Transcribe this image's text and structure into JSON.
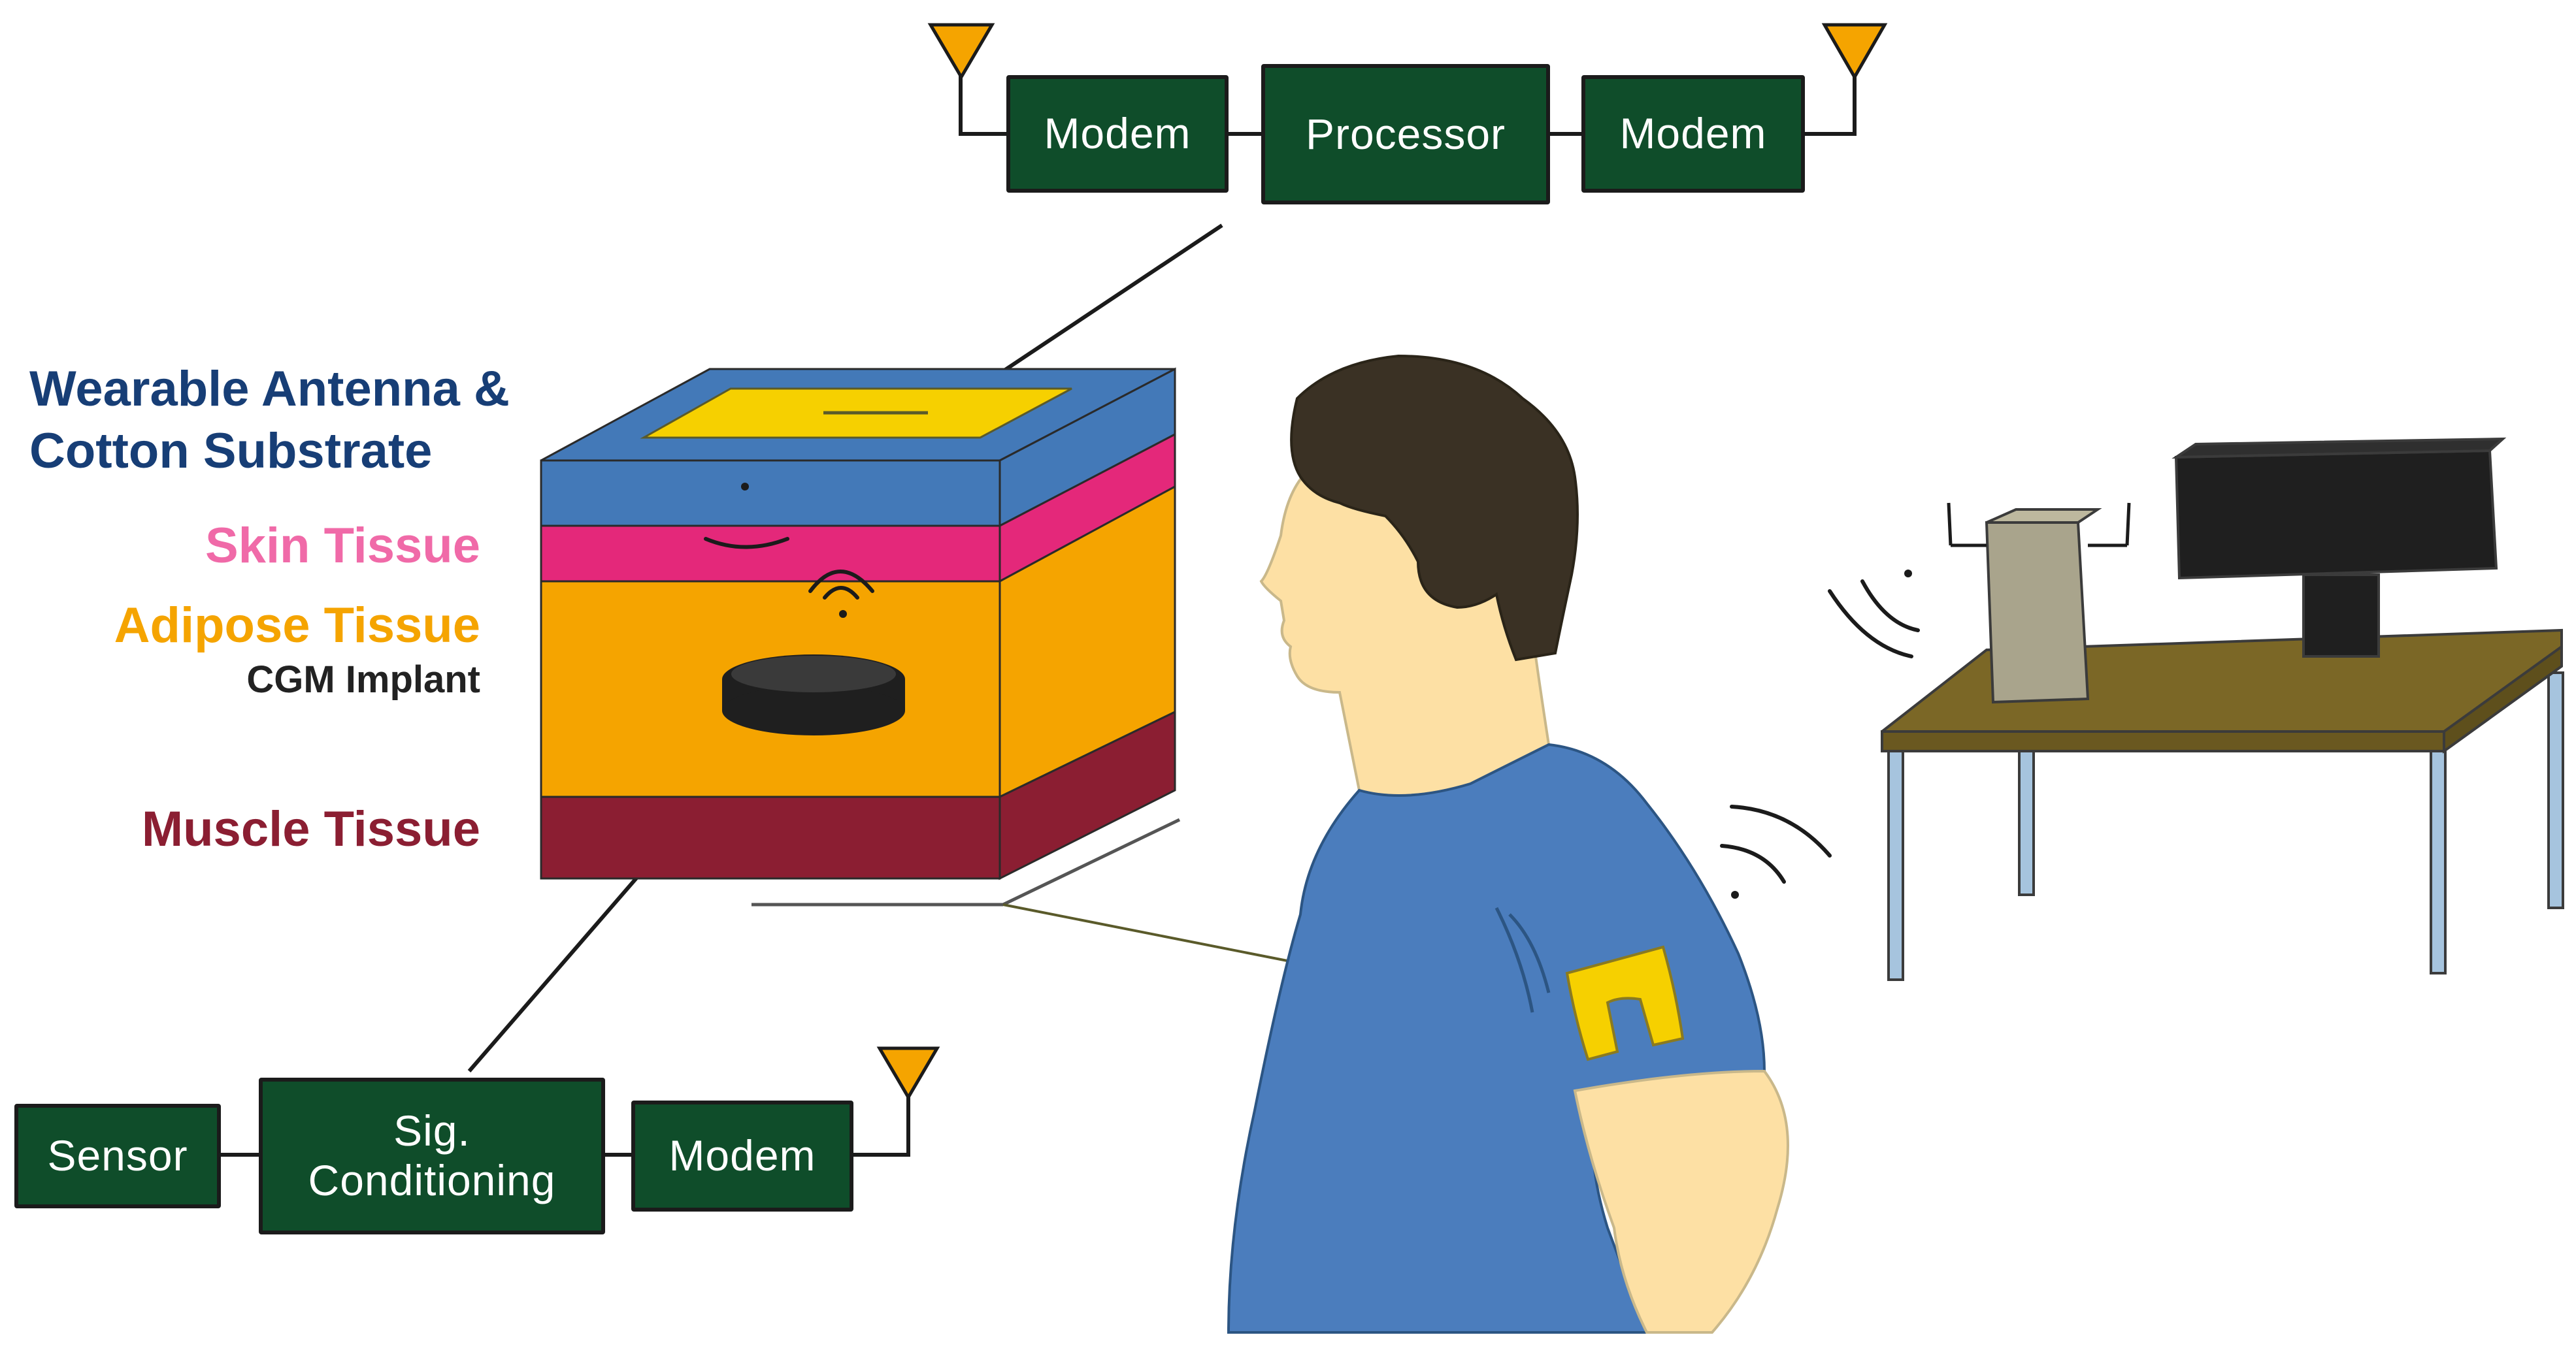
{
  "labels": {
    "antenna_line1": "Wearable Antenna &",
    "antenna_line2": "Cotton Substrate",
    "skin": "Skin Tissue",
    "adipose": "Adipose Tissue",
    "implant": "CGM Implant",
    "muscle": "Muscle Tissue"
  },
  "receiver_chain": {
    "modem_left": "Modem",
    "processor": "Processor",
    "modem_right": "Modem"
  },
  "implant_chain": {
    "sensor": "Sensor",
    "conditioning": "Sig.\nConditioning",
    "modem": "Modem"
  },
  "icons": [
    "antenna-icon",
    "person-illustration",
    "arm-patch-antenna-icon",
    "wireless-waves-icon",
    "desk-illustration",
    "monitor-icon",
    "base-station-icon",
    "tissue-cube-illustration",
    "implant-disc-icon"
  ],
  "colors": {
    "block_fill": "#0f4d2a",
    "antenna": "#f5a400",
    "substrate": "#4379b8",
    "patch": "#f6d000",
    "skin": "#e4287a",
    "adipose": "#f5a400",
    "muscle": "#8b1e32",
    "shirt": "#4b7dbd",
    "skin_tone": "#fde0a4",
    "hair": "#3a3124",
    "desk_top": "#7b6726",
    "desk_leg": "#a6c4de",
    "monitor": "#1f1f1f",
    "tower": "#a9a48c",
    "antenna_label": "#173e76",
    "skin_label": "#f06aa8",
    "adipose_label": "#f5a400",
    "implant_label": "#222222",
    "muscle_label": "#8b1e32"
  }
}
